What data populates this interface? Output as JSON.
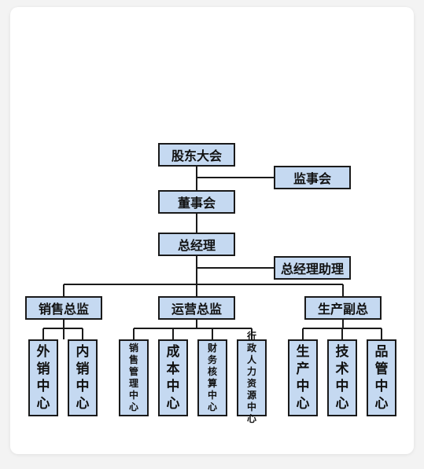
{
  "org_chart": {
    "shareholders": "股东大会",
    "supervisors": "监事会",
    "board": "董事会",
    "general_manager": "总经理",
    "gm_assistant": "总经理助理",
    "divisions": [
      {
        "name": "销售总监",
        "units": [
          "外销中心",
          "内销中心"
        ]
      },
      {
        "name": "运营总监",
        "units": [
          "销售管理中心",
          "成本中心",
          "财务核算中心",
          "行政人力资源中心"
        ]
      },
      {
        "name": "生产副总",
        "units": [
          "生产中心",
          "技术中心",
          "品管中心"
        ]
      }
    ]
  },
  "colors": {
    "box_fill": "#c5d9f1",
    "box_border": "#1a1a1a",
    "line": "#1a1a1a"
  }
}
